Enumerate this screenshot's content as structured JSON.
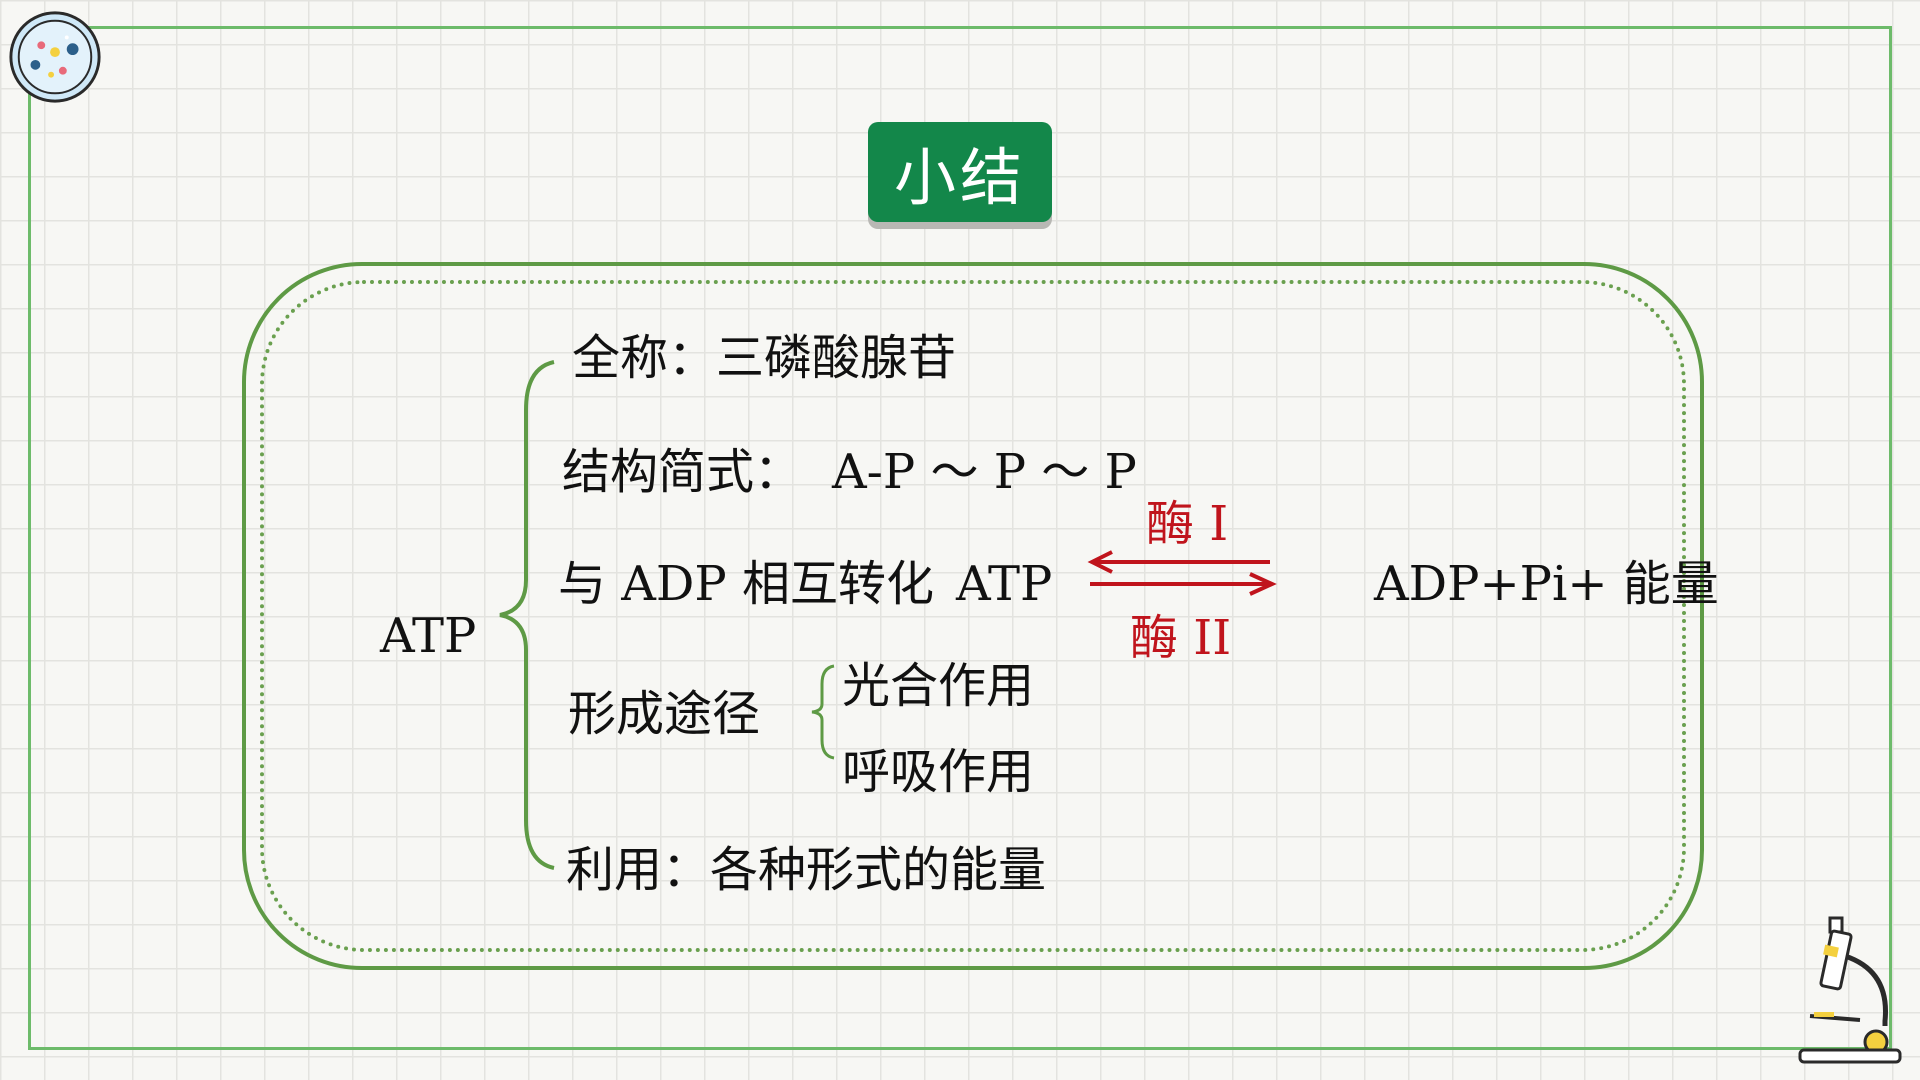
{
  "slide": {
    "title": "小结",
    "root_label": "ATP",
    "items": {
      "full_name": "全称：三磷酸腺苷",
      "structure_label": "结构简式：",
      "structure_formula": "A-P ～ P ～ P",
      "conversion_label": "与 ADP 相互转化",
      "reactant": "ATP",
      "enzyme_forward": "酶 I",
      "enzyme_reverse": "酶 II",
      "product": "ADP+Pi+ 能量",
      "formation_label": "形成途径",
      "formation_paths": [
        "光合作用",
        "呼吸作用"
      ],
      "usage": "利用：各种形式的能量"
    }
  },
  "colors": {
    "title_bg": "#13874a",
    "frame": "#6dbb6a",
    "panel_border": "#5e9a45",
    "enzyme_text": "#c0141c"
  },
  "icons": [
    "petri-dish-icon",
    "microscope-icon"
  ]
}
